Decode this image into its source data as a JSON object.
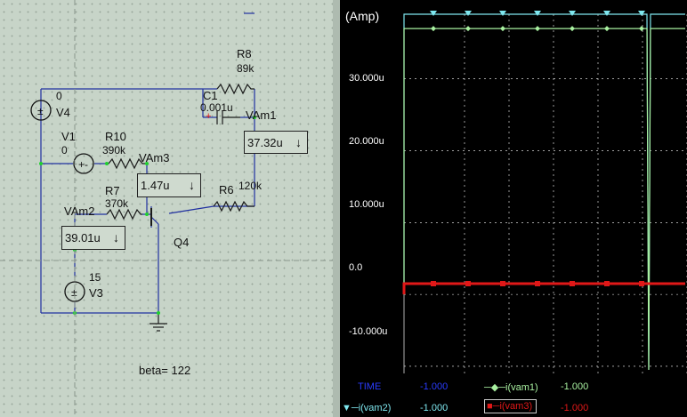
{
  "schematic": {
    "components": {
      "v4": {
        "value": "0",
        "name": "V4"
      },
      "v1": {
        "name": "V1",
        "value": "0"
      },
      "r10": {
        "name": "R10",
        "value": "390k"
      },
      "r8": {
        "name": "R8",
        "value": "89k"
      },
      "c1": {
        "name": "C1",
        "value": "0.001u"
      },
      "r7": {
        "name": "R7",
        "value": "370k"
      },
      "r6": {
        "name": "R6",
        "value": "120k"
      },
      "q4": {
        "name": "Q4"
      },
      "v3": {
        "value": "15",
        "name": "V3"
      }
    },
    "meters": {
      "vam1": {
        "name": "VAm1",
        "reading": "37.32u",
        "arrow": "↓"
      },
      "vam3": {
        "name": "VAm3",
        "reading": "1.47u",
        "arrow": "↓"
      },
      "vam2": {
        "name": "VAm2",
        "reading": "39.01u",
        "arrow": "↓"
      }
    },
    "beta_text": "beta= 122"
  },
  "plot": {
    "unit_label": "(Amp)",
    "y_ticks": [
      "30.000u",
      "20.000u",
      "10.000u",
      "0.0",
      "-10.000u"
    ],
    "legend": {
      "time": {
        "label": "TIME",
        "value": "-1.000"
      },
      "vam1": {
        "label": "i(vam1)",
        "value": "-1.000"
      },
      "vam2": {
        "label": "i(vam2)",
        "value": "-1.000"
      },
      "vam3": {
        "label": "i(vam3)",
        "value": "-1.000"
      }
    },
    "colors": {
      "vam1": "#a8f0a0",
      "vam2": "#7fe8f0",
      "vam3": "#e01818",
      "time": "#2a3cff",
      "grid": "#ffffff"
    }
  },
  "chart_data": {
    "type": "line",
    "ylabel": "(Amp)",
    "yticks": [
      "30.000u",
      "20.000u",
      "10.000u",
      "0.0",
      "-10.000u"
    ],
    "ylim": [
      -1.1e-05,
      3.9e-05
    ],
    "grid": true,
    "legend_placement": "bottom",
    "series": [
      {
        "name": "i(vam2)",
        "values": [
          3.9e-05,
          3.9e-05,
          3.9e-05,
          3.9e-05,
          3.9e-05,
          3.9e-05,
          3.9e-05,
          3.9e-05
        ]
      },
      {
        "name": "i(vam1)",
        "values": [
          3.7e-05,
          3.7e-05,
          3.7e-05,
          3.7e-05,
          3.7e-05,
          3.7e-05,
          3.7e-05,
          3.7e-05
        ]
      },
      {
        "name": "i(vam3)",
        "values": [
          1.5e-06,
          1.5e-06,
          1.5e-06,
          1.5e-06,
          1.5e-06,
          1.5e-06,
          1.5e-06,
          1.5e-06
        ]
      }
    ]
  }
}
